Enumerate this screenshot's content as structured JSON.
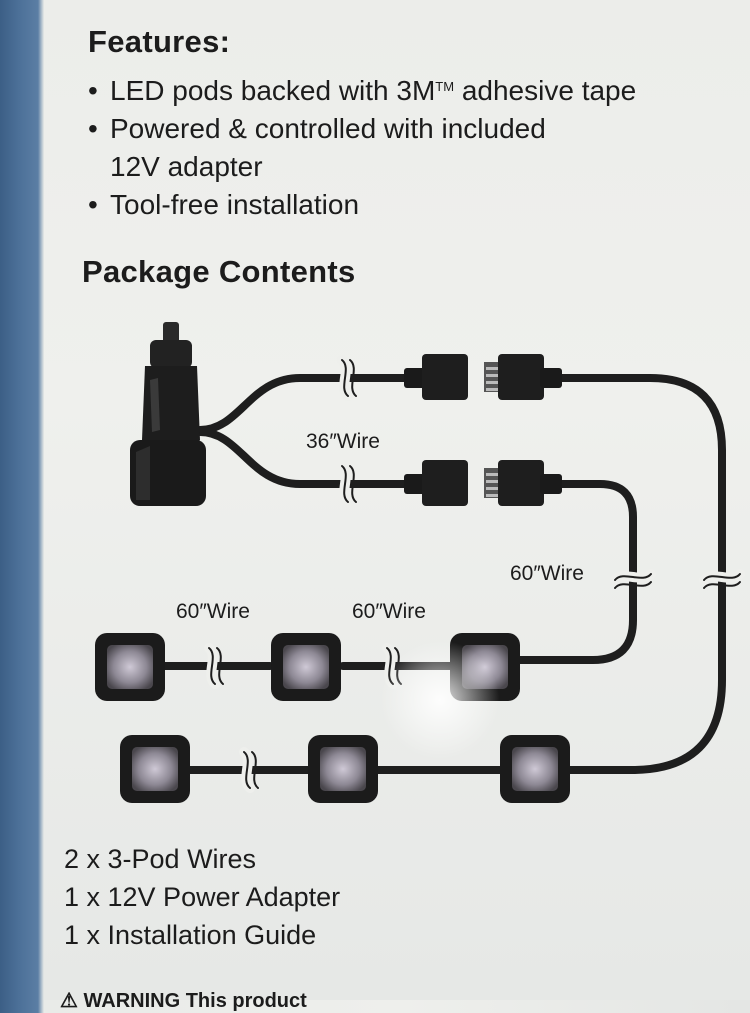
{
  "features": {
    "heading": "Features:",
    "items": [
      {
        "bullet": "•",
        "text": "LED pods backed with 3M",
        "sup": "TM",
        "tail": " adhesive tape",
        "cont": ""
      },
      {
        "bullet": "•",
        "text": "Powered & controlled with included",
        "sup": "",
        "tail": "",
        "cont": "12V adapter"
      },
      {
        "bullet": "•",
        "text": "Tool-free installation",
        "sup": "",
        "tail": "",
        "cont": ""
      }
    ]
  },
  "package": {
    "heading": "Package Contents",
    "diagram": {
      "wire_36_label": "36″Wire",
      "wire_60_right_label": "60″Wire",
      "wire_60_left_label": "60″Wire",
      "wire_60_mid_label": "60″Wire"
    },
    "items": [
      "2 x 3-Pod Wires",
      "1 x 12V Power Adapter",
      "1 x Installation Guide"
    ]
  },
  "footer": {
    "warning": "⚠ WARNING  This product"
  },
  "colors": {
    "background": "#eeefec",
    "text": "#1c1c1c",
    "wire": "#1e1e1e",
    "pod_glow": "#c9c4cf"
  }
}
